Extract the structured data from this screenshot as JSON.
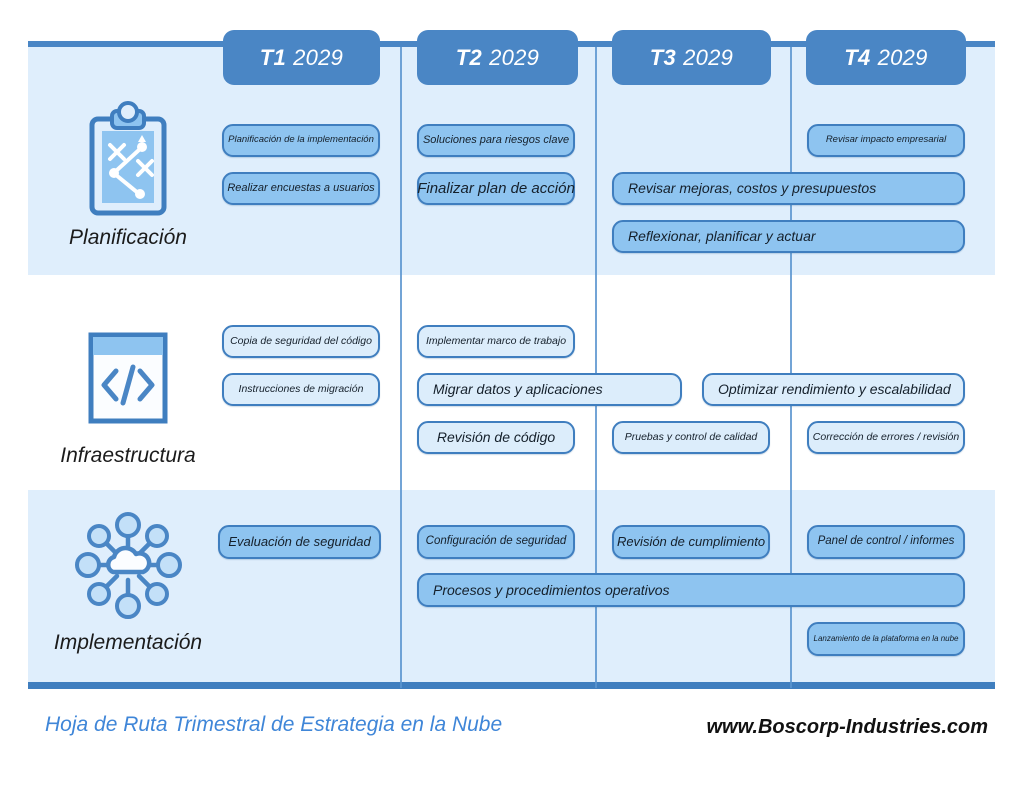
{
  "theme": {
    "band_bg": "#dfeefc",
    "rule": "#3f7ebf",
    "chip_bg": "#4a86c5",
    "card_bg": "#8ec4f0",
    "card_bg_light": "#dcedfb",
    "card_border": "#3f7ebf",
    "accent_text": "#3f86d8"
  },
  "quarters": [
    {
      "code": "T1",
      "year": "2029"
    },
    {
      "code": "T2",
      "year": "2029"
    },
    {
      "code": "T3",
      "year": "2029"
    },
    {
      "code": "T4",
      "year": "2029"
    }
  ],
  "rows": [
    {
      "label": "Planificación",
      "icon": "clipboard-strategy-icon"
    },
    {
      "label": "Infraestructura",
      "icon": "code-window-icon"
    },
    {
      "label": "Implementación",
      "icon": "cloud-network-icon"
    }
  ],
  "tasks": {
    "r1c1a": "Planificación de la implementación",
    "r1c1b": "Realizar encuestas a usuarios",
    "r1c2a": "Soluciones para riesgos clave",
    "r1c2b": "Finalizar plan de acción",
    "r1c4a": "Revisar impacto empresarial",
    "r1span_b": "Revisar mejoras, costos y presupuestos",
    "r1span_c": "Reflexionar, planificar y actuar",
    "r2c1a": "Copia de seguridad del código",
    "r2c1b": "Instrucciones de migración",
    "r2c2a": "Implementar marco de trabajo",
    "r2span_b": "Migrar datos y aplicaciones",
    "r2c2c": "Revisión de código",
    "r2span_c": "Optimizar rendimiento y escalabilidad",
    "r2c3c": "Pruebas y control de calidad",
    "r2c4c": "Corrección de errores / revisión",
    "r3c1a": "Evaluación de seguridad",
    "r3c2a": "Configuración de seguridad",
    "r3c3a": "Revisión de cumplimiento",
    "r3c4a": "Panel de control / informes",
    "r3span_b": "Procesos y procedimientos operativos",
    "r3c4c": "Lanzamiento de la plataforma en la nube"
  },
  "footer": {
    "title": "Hoja de Ruta Trimestral de Estrategia en la Nube",
    "url": "www.Boscorp-Industries.com"
  }
}
